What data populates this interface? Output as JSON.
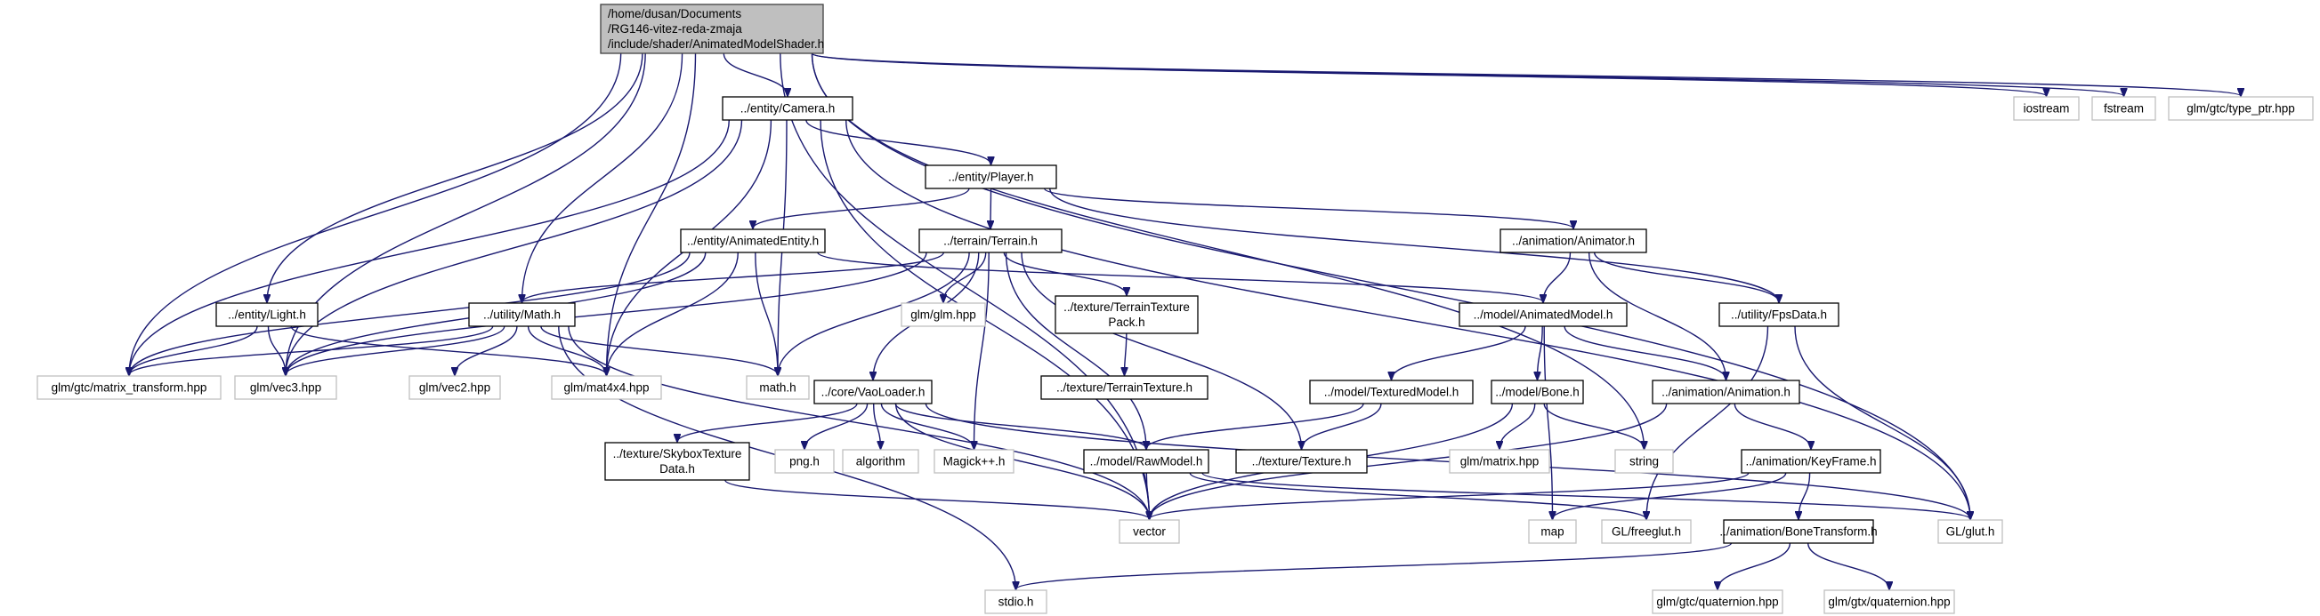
{
  "colors": {
    "root_fill": "#bfbfbf",
    "root_stroke": "#404040",
    "local_stroke": "#000000",
    "external_stroke": "#bfbfbf",
    "edge": "#191970",
    "background": "#ffffff"
  },
  "nodes": [
    {
      "id": "root",
      "kind": "root",
      "lines": [
        "/home/dusan/Documents",
        "/RG146-vitez-reda-zmaja",
        "/include/shader/AnimatedModelShader.h"
      ]
    },
    {
      "id": "camera",
      "kind": "local",
      "lines": [
        "../entity/Camera.h"
      ]
    },
    {
      "id": "iostream",
      "kind": "external",
      "lines": [
        "iostream"
      ]
    },
    {
      "id": "fstream",
      "kind": "external",
      "lines": [
        "fstream"
      ]
    },
    {
      "id": "type_ptr",
      "kind": "external",
      "lines": [
        "glm/gtc/type_ptr.hpp"
      ]
    },
    {
      "id": "player",
      "kind": "local",
      "lines": [
        "../entity/Player.h"
      ]
    },
    {
      "id": "animated_entity",
      "kind": "local",
      "lines": [
        "../entity/AnimatedEntity.h"
      ]
    },
    {
      "id": "terrain",
      "kind": "local",
      "lines": [
        "../terrain/Terrain.h"
      ]
    },
    {
      "id": "animator",
      "kind": "local",
      "lines": [
        "../animation/Animator.h"
      ]
    },
    {
      "id": "light",
      "kind": "local",
      "lines": [
        "../entity/Light.h"
      ]
    },
    {
      "id": "math_util",
      "kind": "local",
      "lines": [
        "../utility/Math.h"
      ]
    },
    {
      "id": "glm_hpp",
      "kind": "external",
      "lines": [
        "glm/glm.hpp"
      ]
    },
    {
      "id": "terrain_tex_pack",
      "kind": "local",
      "lines": [
        "../texture/TerrainTexture",
        "Pack.h"
      ]
    },
    {
      "id": "animated_model",
      "kind": "local",
      "lines": [
        "../model/AnimatedModel.h"
      ]
    },
    {
      "id": "fps_data",
      "kind": "local",
      "lines": [
        "../utility/FpsData.h"
      ]
    },
    {
      "id": "terrain_texture",
      "kind": "local",
      "lines": [
        "../texture/TerrainTexture.h"
      ]
    },
    {
      "id": "matrix_transform",
      "kind": "external",
      "lines": [
        "glm/gtc/matrix_transform.hpp"
      ]
    },
    {
      "id": "vec3",
      "kind": "external",
      "lines": [
        "glm/vec3.hpp"
      ]
    },
    {
      "id": "vec2",
      "kind": "external",
      "lines": [
        "glm/vec2.hpp"
      ]
    },
    {
      "id": "mat4x4",
      "kind": "external",
      "lines": [
        "glm/mat4x4.hpp"
      ]
    },
    {
      "id": "math_h",
      "kind": "external",
      "lines": [
        "math.h"
      ]
    },
    {
      "id": "vao_loader",
      "kind": "local",
      "lines": [
        "../core/VaoLoader.h"
      ]
    },
    {
      "id": "textured_model",
      "kind": "local",
      "lines": [
        "../model/TexturedModel.h"
      ]
    },
    {
      "id": "bone",
      "kind": "local",
      "lines": [
        "../model/Bone.h"
      ]
    },
    {
      "id": "animation",
      "kind": "local",
      "lines": [
        "../animation/Animation.h"
      ]
    },
    {
      "id": "skybox_tex",
      "kind": "local",
      "lines": [
        "../texture/SkyboxTexture",
        "Data.h"
      ]
    },
    {
      "id": "png_h",
      "kind": "external",
      "lines": [
        "png.h"
      ]
    },
    {
      "id": "algorithm",
      "kind": "external",
      "lines": [
        "algorithm"
      ]
    },
    {
      "id": "magick",
      "kind": "external",
      "lines": [
        "Magick++.h"
      ]
    },
    {
      "id": "raw_model",
      "kind": "local",
      "lines": [
        "../model/RawModel.h"
      ]
    },
    {
      "id": "texture_h",
      "kind": "local",
      "lines": [
        "../texture/Texture.h"
      ]
    },
    {
      "id": "glm_matrix",
      "kind": "external",
      "lines": [
        "glm/matrix.hpp"
      ]
    },
    {
      "id": "string",
      "kind": "external",
      "lines": [
        "string"
      ]
    },
    {
      "id": "keyframe",
      "kind": "local",
      "lines": [
        "../animation/KeyFrame.h"
      ]
    },
    {
      "id": "vector",
      "kind": "external",
      "lines": [
        "vector"
      ]
    },
    {
      "id": "map",
      "kind": "external",
      "lines": [
        "map"
      ]
    },
    {
      "id": "freeglut",
      "kind": "external",
      "lines": [
        "GL/freeglut.h"
      ]
    },
    {
      "id": "glut",
      "kind": "external",
      "lines": [
        "GL/glut.h"
      ]
    },
    {
      "id": "bone_transform",
      "kind": "local",
      "lines": [
        "../animation/BoneTransform.h"
      ]
    },
    {
      "id": "stdio",
      "kind": "external",
      "lines": [
        "stdio.h"
      ]
    },
    {
      "id": "quaternion_gtc",
      "kind": "external",
      "lines": [
        "glm/gtc/quaternion.hpp"
      ]
    },
    {
      "id": "quaternion_gtx",
      "kind": "external",
      "lines": [
        "glm/gtx/quaternion.hpp"
      ]
    }
  ],
  "edges": [
    [
      "root",
      "camera"
    ],
    [
      "root",
      "iostream"
    ],
    [
      "root",
      "fstream"
    ],
    [
      "root",
      "type_ptr"
    ],
    [
      "root",
      "light"
    ],
    [
      "root",
      "math_util"
    ],
    [
      "root",
      "matrix_transform"
    ],
    [
      "root",
      "vec3"
    ],
    [
      "root",
      "mat4x4"
    ],
    [
      "root",
      "vector"
    ],
    [
      "root",
      "string"
    ],
    [
      "root",
      "glut"
    ],
    [
      "camera",
      "player"
    ],
    [
      "camera",
      "matrix_transform"
    ],
    [
      "camera",
      "vec3"
    ],
    [
      "camera",
      "mat4x4"
    ],
    [
      "camera",
      "math_h"
    ],
    [
      "camera",
      "vector"
    ],
    [
      "camera",
      "glut"
    ],
    [
      "player",
      "animated_entity"
    ],
    [
      "player",
      "terrain"
    ],
    [
      "player",
      "animator"
    ],
    [
      "player",
      "fps_data"
    ],
    [
      "animated_entity",
      "animated_model"
    ],
    [
      "animated_entity",
      "matrix_transform"
    ],
    [
      "animated_entity",
      "vec3"
    ],
    [
      "animated_entity",
      "mat4x4"
    ],
    [
      "animated_entity",
      "math_h"
    ],
    [
      "terrain",
      "math_util"
    ],
    [
      "terrain",
      "glm_hpp"
    ],
    [
      "terrain",
      "terrain_tex_pack"
    ],
    [
      "terrain",
      "vao_loader"
    ],
    [
      "terrain",
      "raw_model"
    ],
    [
      "terrain",
      "texture_h"
    ],
    [
      "terrain",
      "magick"
    ],
    [
      "terrain",
      "math_h"
    ],
    [
      "terrain",
      "vec3"
    ],
    [
      "animator",
      "animated_model"
    ],
    [
      "animator",
      "fps_data"
    ],
    [
      "animator",
      "animation"
    ],
    [
      "light",
      "matrix_transform"
    ],
    [
      "light",
      "vec3"
    ],
    [
      "light",
      "mat4x4"
    ],
    [
      "math_util",
      "matrix_transform"
    ],
    [
      "math_util",
      "vec3"
    ],
    [
      "math_util",
      "vec2"
    ],
    [
      "math_util",
      "mat4x4"
    ],
    [
      "math_util",
      "math_h"
    ],
    [
      "math_util",
      "vector"
    ],
    [
      "math_util",
      "stdio"
    ],
    [
      "terrain_tex_pack",
      "terrain_texture"
    ],
    [
      "animated_model",
      "textured_model"
    ],
    [
      "animated_model",
      "bone"
    ],
    [
      "animated_model",
      "animation"
    ],
    [
      "animated_model",
      "map"
    ],
    [
      "fps_data",
      "glut"
    ],
    [
      "fps_data",
      "freeglut"
    ],
    [
      "vao_loader",
      "skybox_tex"
    ],
    [
      "vao_loader",
      "png_h"
    ],
    [
      "vao_loader",
      "algorithm"
    ],
    [
      "vao_loader",
      "magick"
    ],
    [
      "vao_loader",
      "raw_model"
    ],
    [
      "vao_loader",
      "vector"
    ],
    [
      "vao_loader",
      "glut"
    ],
    [
      "textured_model",
      "raw_model"
    ],
    [
      "textured_model",
      "texture_h"
    ],
    [
      "bone",
      "glm_matrix"
    ],
    [
      "bone",
      "string"
    ],
    [
      "bone",
      "vector"
    ],
    [
      "animation",
      "keyframe"
    ],
    [
      "animation",
      "vector"
    ],
    [
      "skybox_tex",
      "vector"
    ],
    [
      "raw_model",
      "vector"
    ],
    [
      "raw_model",
      "glut"
    ],
    [
      "raw_model",
      "freeglut"
    ],
    [
      "keyframe",
      "bone_transform"
    ],
    [
      "keyframe",
      "map"
    ],
    [
      "keyframe",
      "vector"
    ],
    [
      "bone_transform",
      "stdio"
    ],
    [
      "bone_transform",
      "quaternion_gtc"
    ],
    [
      "bone_transform",
      "quaternion_gtx"
    ]
  ]
}
